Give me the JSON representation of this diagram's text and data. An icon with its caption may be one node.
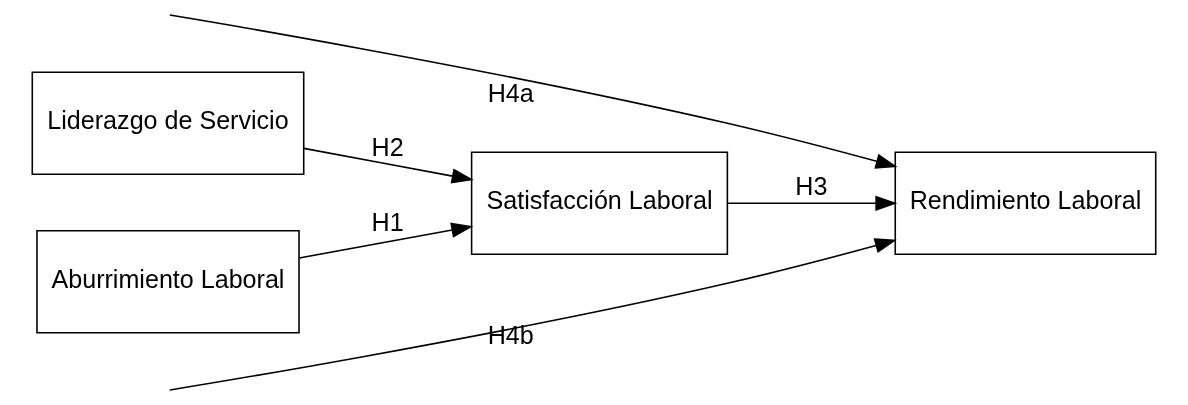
{
  "diagram": {
    "nodes": [
      {
        "text": [
          "Aburrimiento Laboral"
        ]
      },
      {
        "text": [
          "Liderazgo de Servicio"
        ]
      },
      {
        "text": [
          "Satisfacción Laboral"
        ]
      },
      {
        "text": [
          "Rendimiento Laboral"
        ]
      }
    ],
    "edges": [
      {
        "from": 0,
        "to": 2,
        "arrow": "to",
        "label": "H1"
      },
      {
        "from": 1,
        "to": 2,
        "arrow": "to",
        "label": "H2"
      },
      {
        "from": 2,
        "to": 3,
        "arrow": "to",
        "label": "H3"
      },
      {
        "from": null,
        "to": 3,
        "arrow": "to",
        "label": "H4a"
      },
      {
        "from": null,
        "to": 3,
        "arrow": "to",
        "label": "H4b"
      }
    ]
  }
}
